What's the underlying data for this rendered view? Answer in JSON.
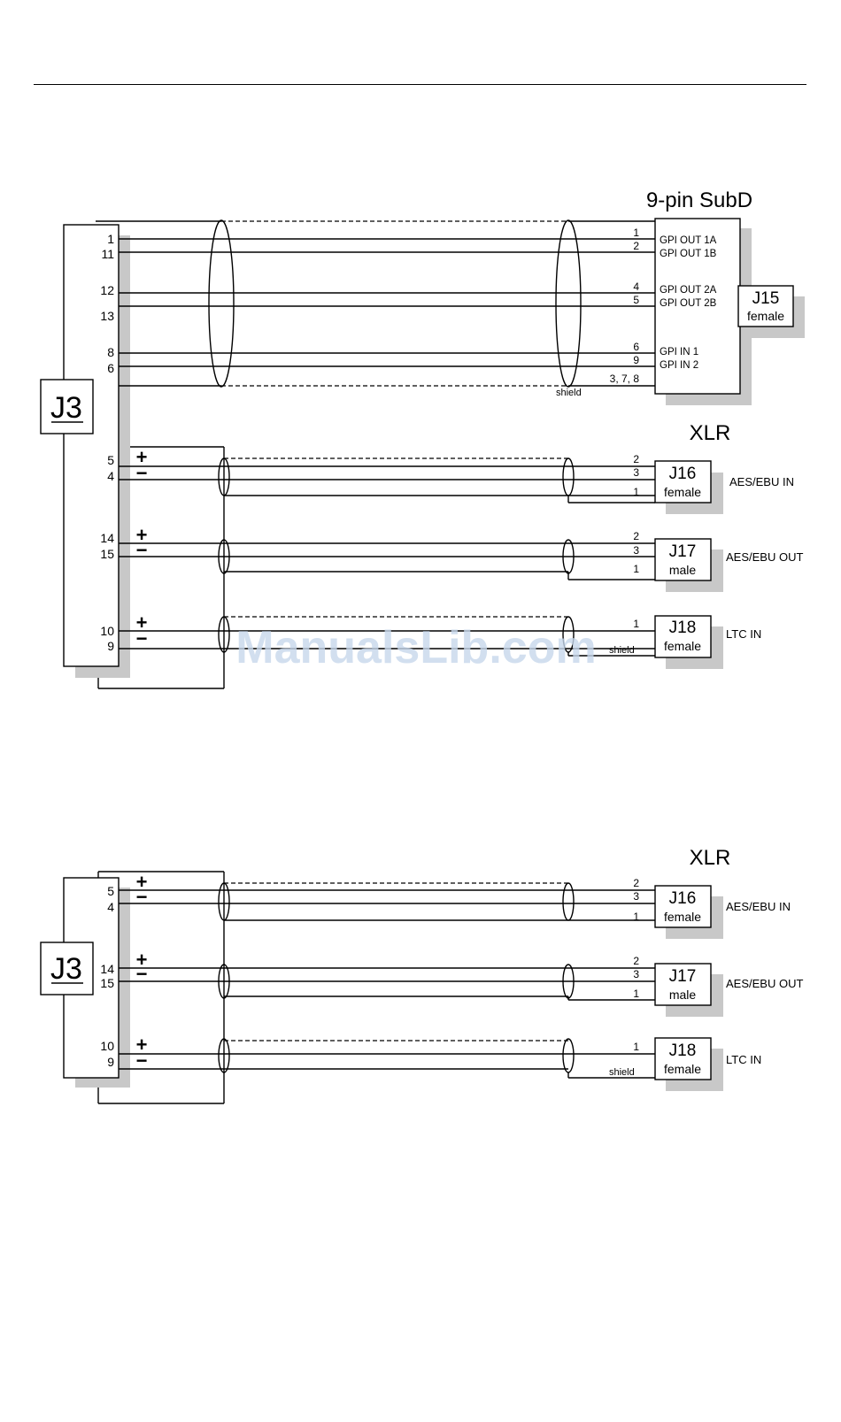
{
  "diagram1": {
    "subd_title": "9-pin SubD",
    "j3_label": "J3",
    "j3_pins": [
      "1",
      "11",
      "12",
      "13",
      "8",
      "6",
      "5",
      "4",
      "14",
      "15",
      "10",
      "9"
    ],
    "subd_pins": [
      "1",
      "2",
      "4",
      "5",
      "6",
      "9",
      "3, 7, 8"
    ],
    "subd_signals": [
      "GPI OUT 1A",
      "GPI OUT 1B",
      "GPI OUT 2A",
      "GPI OUT 2B",
      "GPI IN 1",
      "GPI IN 2"
    ],
    "shield_label": "shield",
    "j15": {
      "name": "J15",
      "type": "female"
    },
    "xlr_title": "XLR",
    "plus": "+",
    "minus": "−",
    "xlr_pins": [
      "2",
      "3",
      "1",
      "2",
      "3",
      "1",
      "1"
    ],
    "j16": {
      "name": "J16",
      "type": "female",
      "label": "AES/EBU IN"
    },
    "j17": {
      "name": "J17",
      "type": "male",
      "label": "AES/EBU OUT"
    },
    "j18": {
      "name": "J18",
      "type": "female",
      "label": "LTC IN"
    },
    "ltc_shield": "shield"
  },
  "diagram2": {
    "xlr_title": "XLR",
    "j3_label": "J3",
    "j3_pins": [
      "5",
      "4",
      "14",
      "15",
      "10",
      "9"
    ],
    "plus": "+",
    "minus": "−",
    "xlr_pins": [
      "2",
      "3",
      "1",
      "2",
      "3",
      "1",
      "1"
    ],
    "j16": {
      "name": "J16",
      "type": "female",
      "label": "AES/EBU IN"
    },
    "j17": {
      "name": "J17",
      "type": "male",
      "label": "AES/EBU OUT"
    },
    "j18": {
      "name": "J18",
      "type": "female",
      "label": "LTC IN"
    },
    "ltc_shield": "shield"
  },
  "watermark": "ManualsLib.com"
}
